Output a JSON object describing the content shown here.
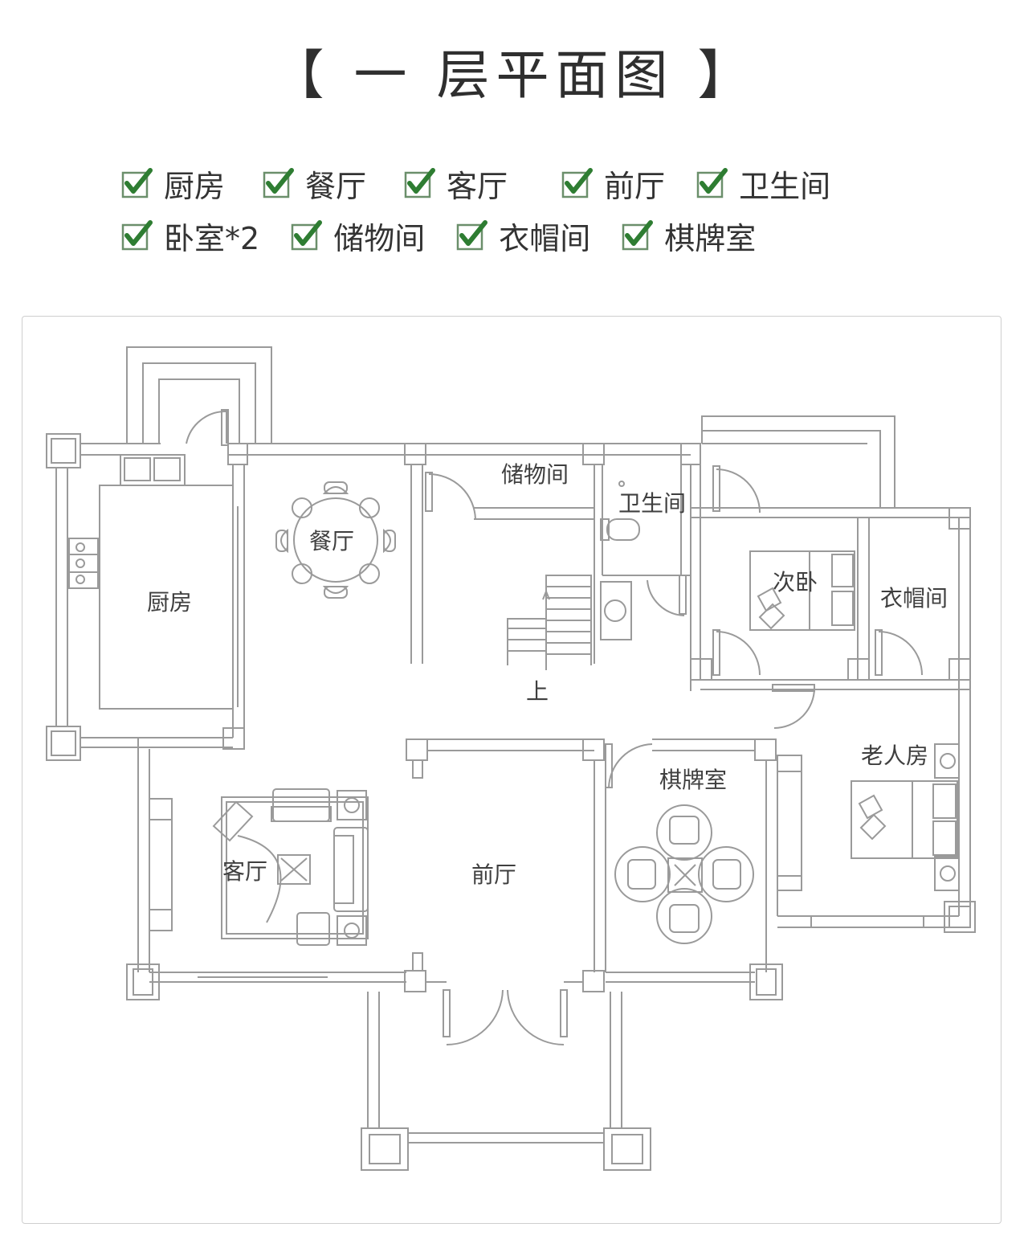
{
  "title": "【 一 层平面图 】",
  "features": {
    "row1": [
      "厨房",
      "餐厅",
      "客厅",
      "前厅",
      "卫生间"
    ],
    "row2": [
      "卧室*2",
      "储物间",
      "衣帽间",
      "棋牌室"
    ]
  },
  "rooms": {
    "kitchen": "厨房",
    "dining": "餐厅",
    "storage": "储物间",
    "bathroom": "卫生间",
    "second_bedroom": "次卧",
    "cloakroom": "衣帽间",
    "stairs_up": "上",
    "living": "客厅",
    "foyer": "前厅",
    "chess_room": "棋牌室",
    "elder_room": "老人房"
  },
  "colors": {
    "check_green": "#2e7d32",
    "wall_line": "#9a9a9a"
  }
}
